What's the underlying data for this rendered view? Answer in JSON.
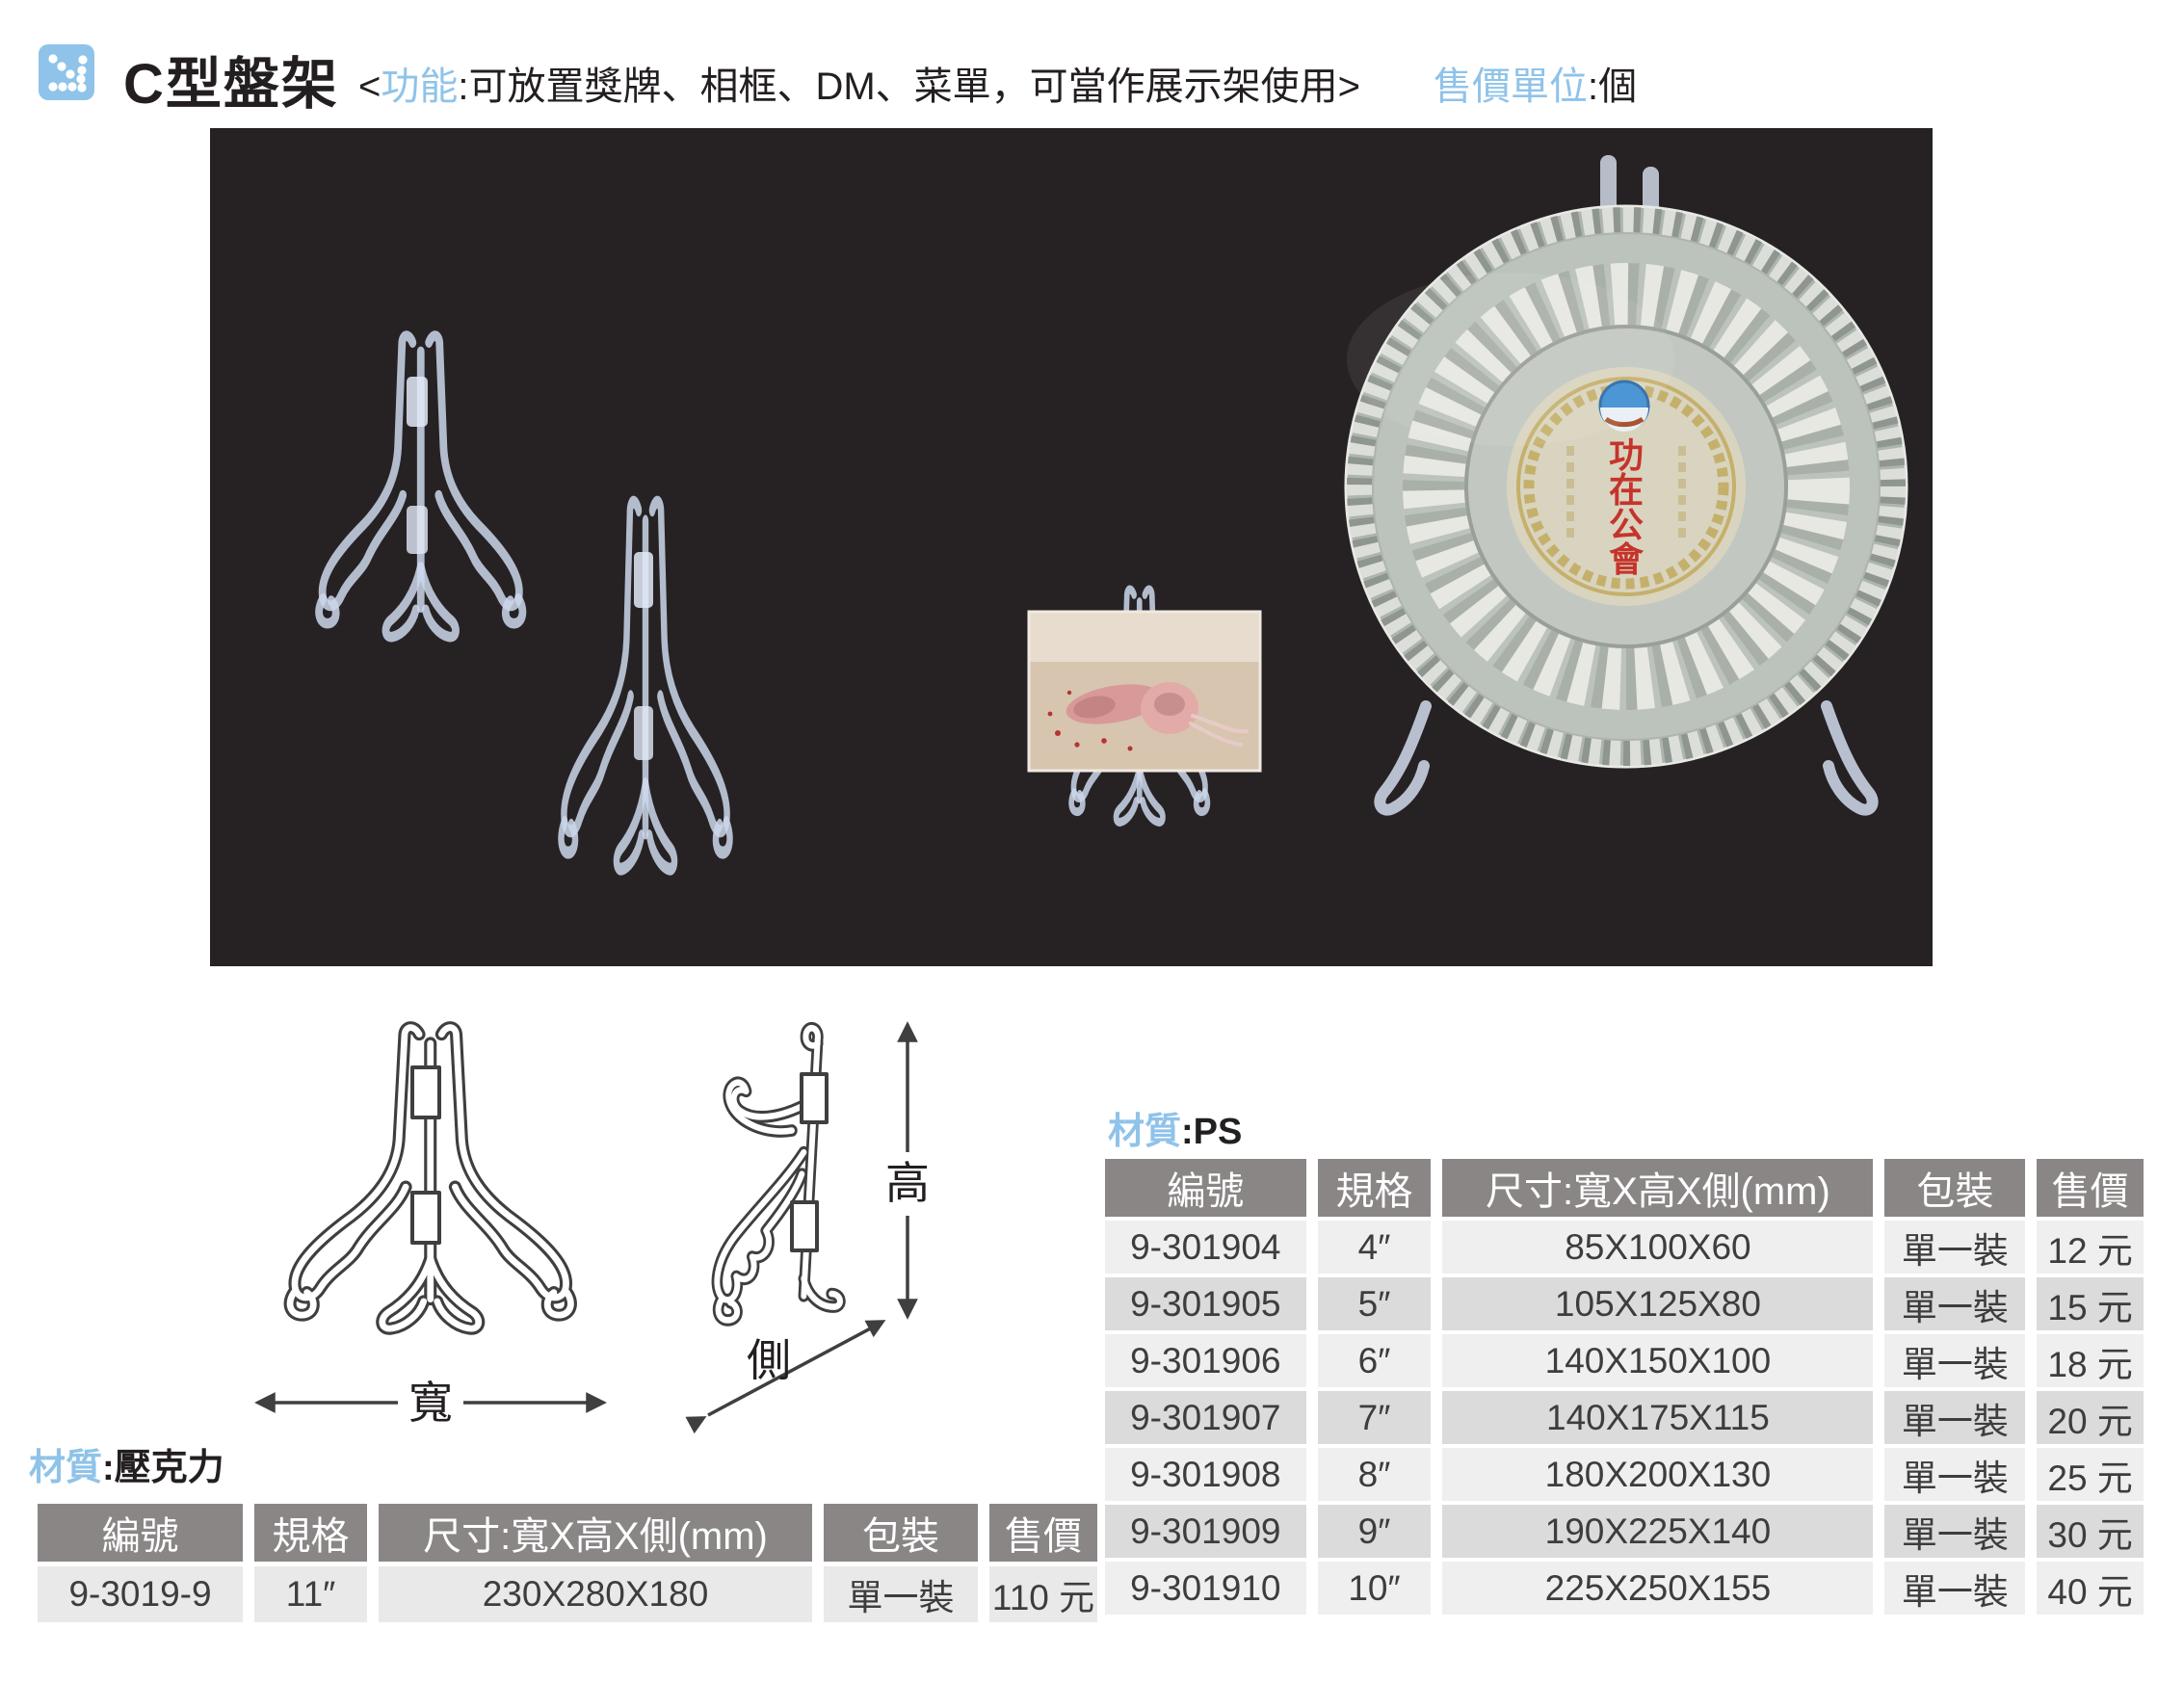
{
  "header": {
    "title": "C型盤架",
    "note_open": "<",
    "note_label": "功能",
    "note_rest": ":可放置獎牌、相框、DM、菜單，可當作展示架使用>",
    "unit_label": "售價單位",
    "unit_value": ":個"
  },
  "photo": {
    "plate_char_1": "功",
    "plate_char_2": "在",
    "plate_char_3": "公",
    "plate_char_4": "會"
  },
  "diagram": {
    "width_label": "寬",
    "height_label": "高",
    "side_label": "側"
  },
  "acrylic": {
    "material_label": "材質",
    "material_value": ":壓克力",
    "headers": [
      "編號",
      "規格",
      "尺寸:寬X高X側(mm)",
      "包裝",
      "售價"
    ],
    "rows": [
      {
        "code": "9-3019-9",
        "size": "11″",
        "dim": "230X280X180",
        "pack": "單一裝",
        "price": "110 元"
      }
    ]
  },
  "ps": {
    "material_label": "材質",
    "material_value": ":PS",
    "headers": [
      "編號",
      "規格",
      "尺寸:寬X高X側(mm)",
      "包裝",
      "售價"
    ],
    "rows": [
      {
        "code": "9-301904",
        "size": "4″",
        "dim": "85X100X60",
        "pack": "單一裝",
        "price": "12 元"
      },
      {
        "code": "9-301905",
        "size": "5″",
        "dim": "105X125X80",
        "pack": "單一裝",
        "price": "15 元"
      },
      {
        "code": "9-301906",
        "size": "6″",
        "dim": "140X150X100",
        "pack": "單一裝",
        "price": "18 元"
      },
      {
        "code": "9-301907",
        "size": "7″",
        "dim": "140X175X115",
        "pack": "單一裝",
        "price": "20 元"
      },
      {
        "code": "9-301908",
        "size": "8″",
        "dim": "180X200X130",
        "pack": "單一裝",
        "price": "25 元"
      },
      {
        "code": "9-301909",
        "size": "9″",
        "dim": "190X225X140",
        "pack": "單一裝",
        "price": "30 元"
      },
      {
        "code": "9-301910",
        "size": "10″",
        "dim": "225X250X155",
        "pack": "單一裝",
        "price": "40 元"
      }
    ]
  },
  "colors": {
    "accent_blue": "#8FC3E9",
    "text_dark": "#231F20",
    "table_header_bg": "#8A8686",
    "row_light": "#EFEFEF",
    "row_dark": "#DBDBDB",
    "row_single": "#E9E9E9",
    "photo_background": "#262223",
    "plate_text_red": "#C5342C",
    "plate_gold": "#C5B06B"
  }
}
